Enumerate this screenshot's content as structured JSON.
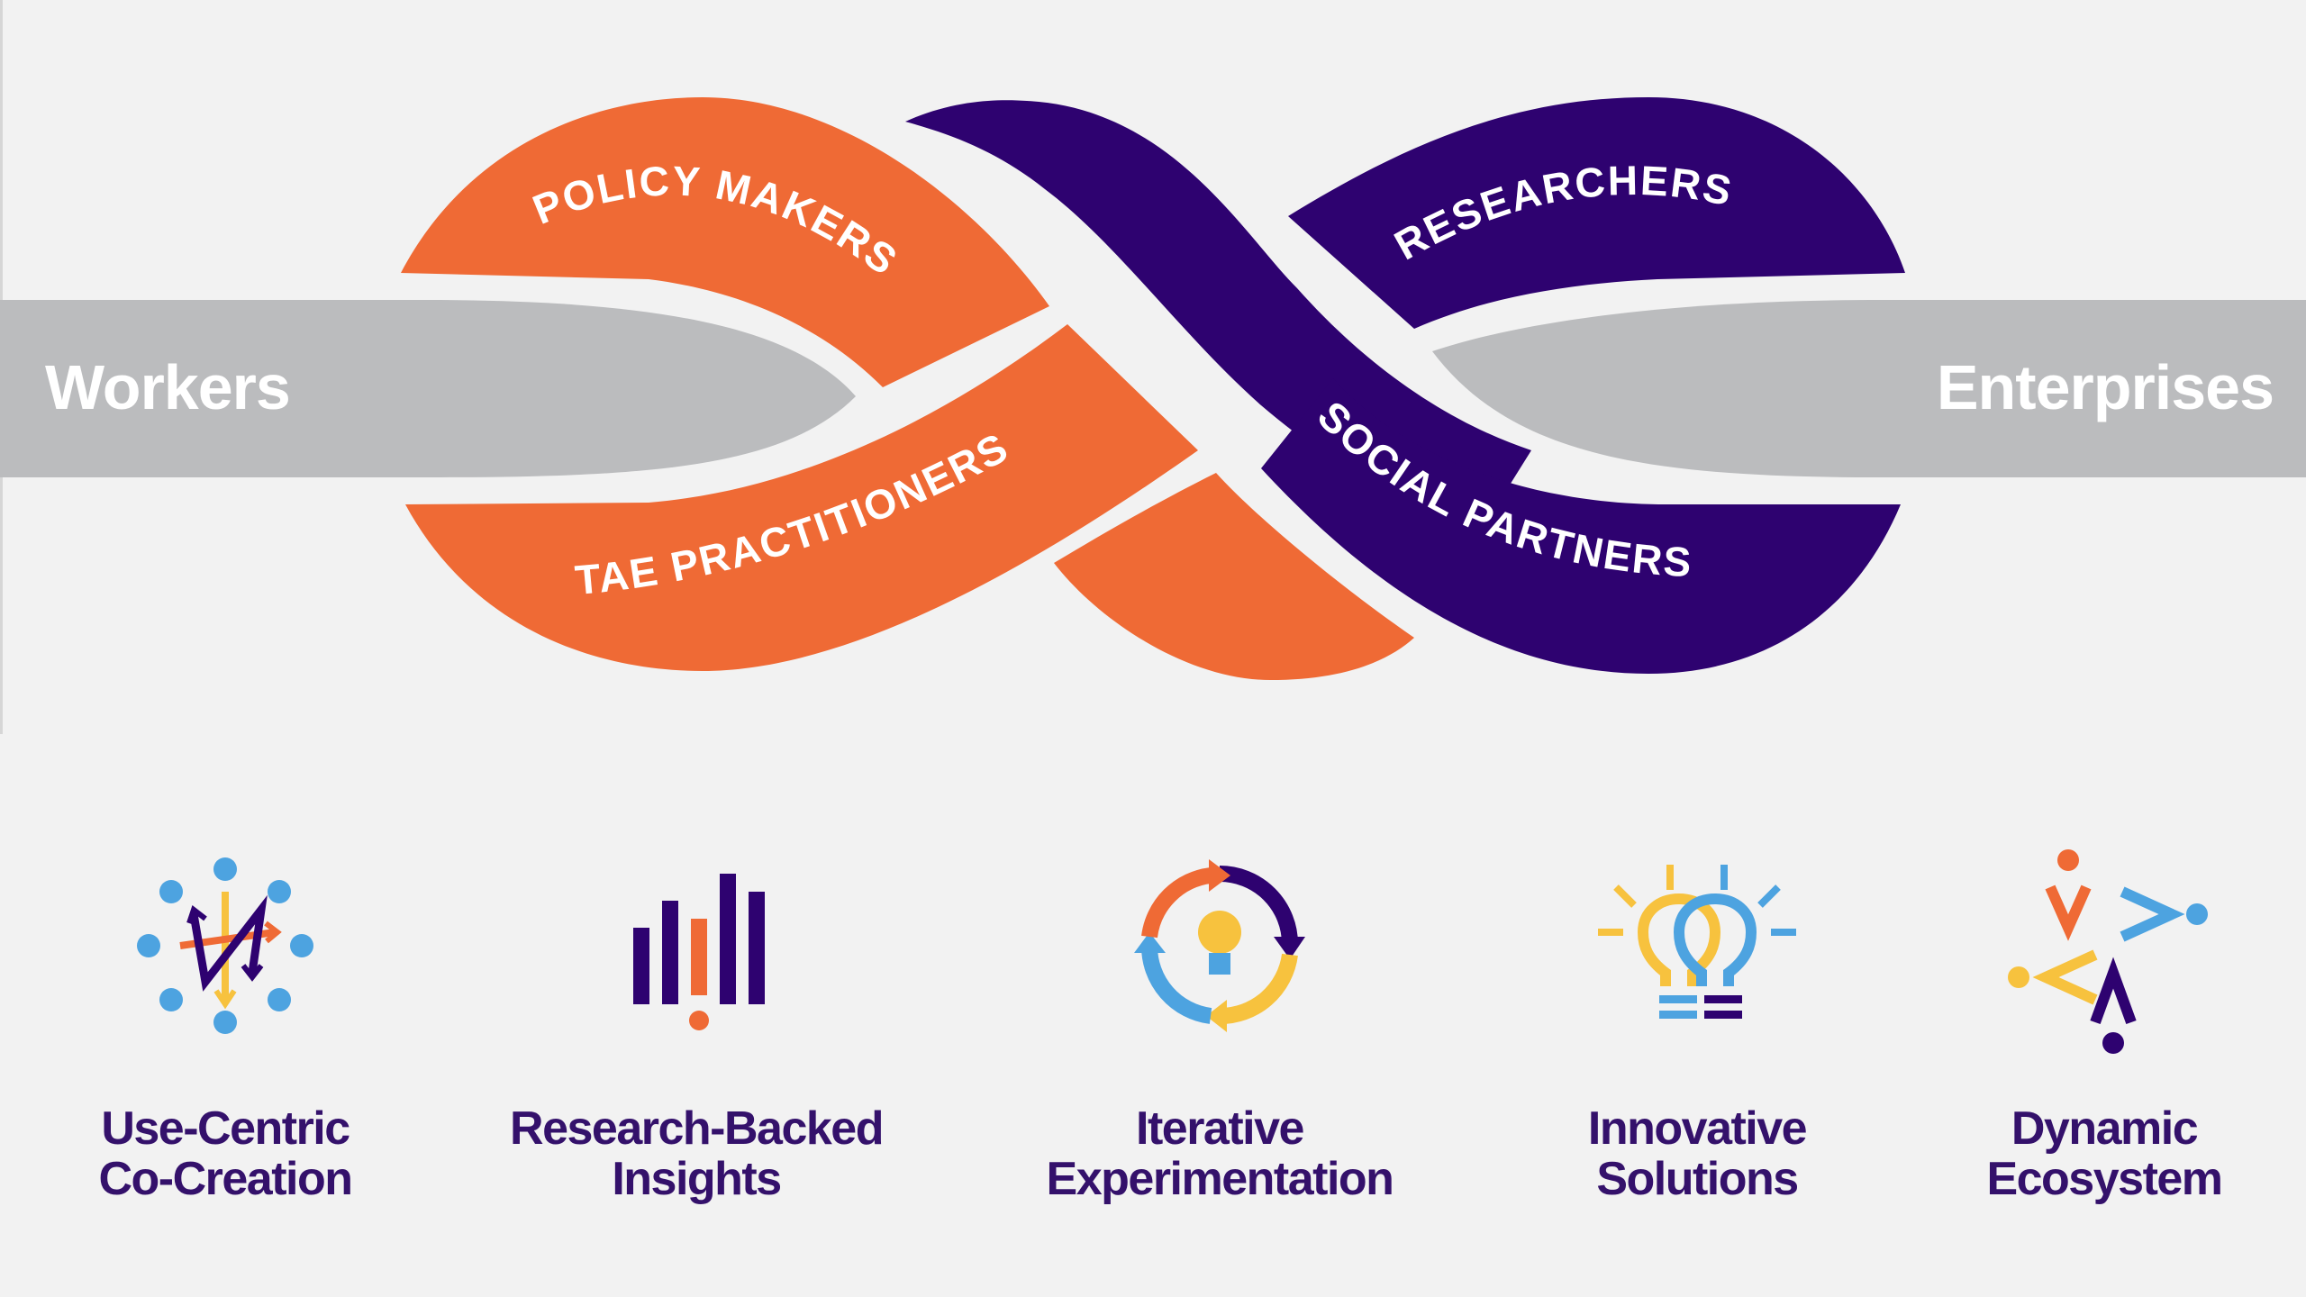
{
  "diagram": {
    "left_label": "Workers",
    "right_label": "Enterprises",
    "loop_labels": {
      "policy_makers": "POLICY MAKERS",
      "tae_practitioners": "TAE PRACTITIONERS",
      "researchers": "RESEARCHERS",
      "social_partners": "SOCIAL PARTNERS"
    },
    "colors": {
      "orange": "#ef6a35",
      "purple": "#2e0270",
      "gray": "#bbbcbe",
      "background": "#f2f2f2",
      "caption": "#34116b",
      "blue": "#4da3e0",
      "yellow": "#f7c23e"
    }
  },
  "pillars": [
    {
      "icon": "network-arrows-icon",
      "line1": "Use-Centric",
      "line2": "Co-Creation"
    },
    {
      "icon": "bar-chart-exclamation-icon",
      "line1": "Research-Backed",
      "line2": "Insights"
    },
    {
      "icon": "cycle-lightbulb-icon",
      "line1": "Iterative",
      "line2": "Experimentation"
    },
    {
      "icon": "twin-lightbulbs-icon",
      "line1": "Innovative",
      "line2": "Solutions"
    },
    {
      "icon": "directional-chevrons-icon",
      "line1": "Dynamic",
      "line2": "Ecosystem"
    }
  ]
}
